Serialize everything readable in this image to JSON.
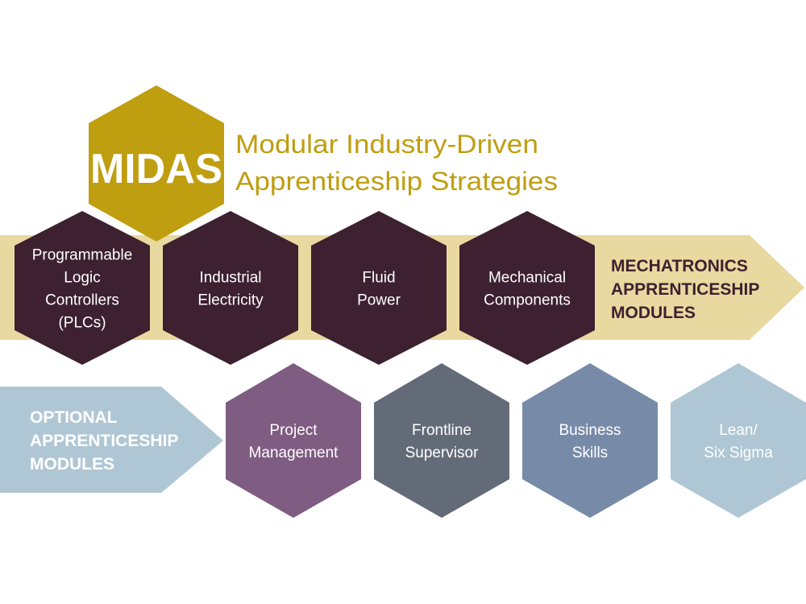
{
  "logo": {
    "acronym": "MIDAS",
    "line1": "Modular Industry-Driven",
    "line2": "Apprenticeship Strategies"
  },
  "mechatronics": {
    "label_lines": [
      "MECHATRONICS",
      "APPRENTICESHIP",
      "MODULES"
    ],
    "modules": [
      {
        "lines": [
          "Programmable",
          "Logic",
          "Controllers",
          "(PLCs)"
        ]
      },
      {
        "lines": [
          "Industrial",
          "Electricity"
        ]
      },
      {
        "lines": [
          "Fluid",
          "Power"
        ]
      },
      {
        "lines": [
          "Mechanical",
          "Components"
        ]
      }
    ]
  },
  "optional": {
    "label_lines": [
      "OPTIONAL",
      "APPRENTICESHIP",
      "MODULES"
    ],
    "modules": [
      {
        "lines": [
          "Project",
          "Management"
        ],
        "color": "#7f5c82"
      },
      {
        "lines": [
          "Frontline",
          "Supervisor"
        ],
        "color": "#646b78"
      },
      {
        "lines": [
          "Business",
          "Skills"
        ],
        "color": "#778ba8"
      },
      {
        "lines": [
          "Lean/",
          "Six Sigma"
        ],
        "color": "#afc7d4"
      }
    ]
  },
  "colors": {
    "gold": "#bf9e10",
    "band": "#e8d9a0",
    "maroon": "#3d2130",
    "light_blue": "#afc7d4"
  }
}
